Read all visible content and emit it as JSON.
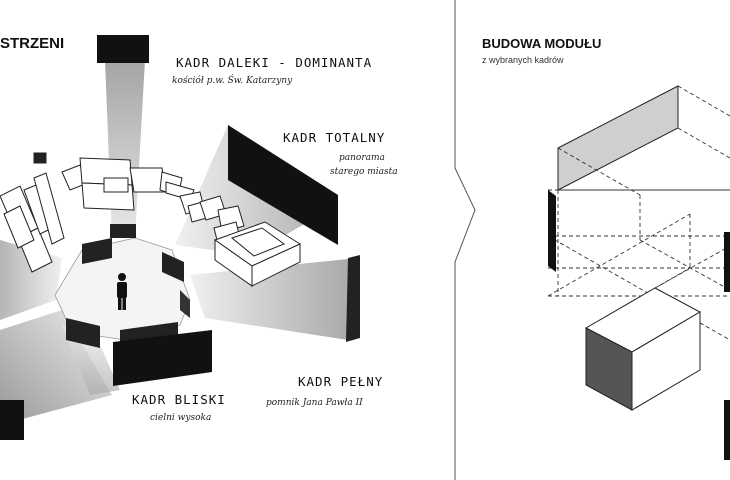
{
  "left_panel": {
    "section_title_fragment": "STRZENI",
    "frames": [
      {
        "title": "KADR DALEKI - DOMINANTA",
        "subtitle": "kościół p.w. Św. Katarzyny"
      },
      {
        "title": "KADR TOTALNY",
        "subtitle_line1": "panorama",
        "subtitle_line2": "starego miasta"
      },
      {
        "title": "KADR PEŁNY",
        "subtitle": "pomnik Jana Pawła II"
      },
      {
        "title": "KADR BLISKI",
        "subtitle": "cielni wysoka"
      }
    ]
  },
  "right_panel": {
    "title": "BUDOWA MODUŁU",
    "subtitle": "z wybranych kadrów"
  }
}
